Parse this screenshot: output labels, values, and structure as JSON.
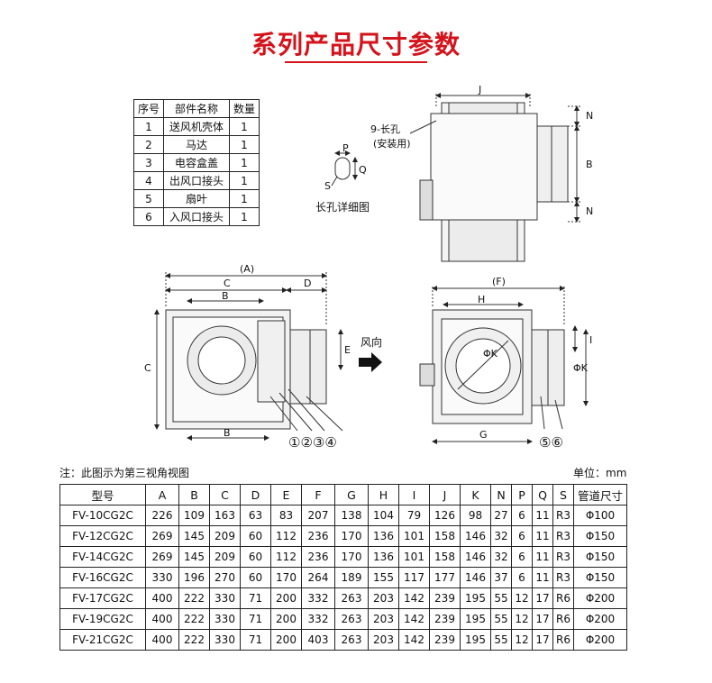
{
  "title": "系列产品尺寸参数",
  "parts_table": {
    "headers": [
      "序号",
      "部件名称",
      "数量"
    ],
    "rows": [
      [
        "1",
        "送风机壳体",
        "1"
      ],
      [
        "2",
        "马达",
        "1"
      ],
      [
        "3",
        "电容盒盖",
        "1"
      ],
      [
        "4",
        "出风口接头",
        "1"
      ],
      [
        "5",
        "扇叶",
        "1"
      ],
      [
        "6",
        "入风口接头",
        "1"
      ]
    ]
  },
  "labels": {
    "slot_hole": "9-长孔",
    "mount_use": "(安装用)",
    "slot_detail": "长孔详细图",
    "wind_dir": "风向",
    "dim_J": "J",
    "dim_N": "N",
    "dim_B": "B",
    "dim_P": "P",
    "dim_Q": "Q",
    "dim_S": "S",
    "dim_A": "(A)",
    "dim_C": "C",
    "dim_D": "D",
    "dim_E": "E",
    "dim_F": "(F)",
    "dim_H": "H",
    "dim_I": "I",
    "dim_G": "G",
    "dim_K": "ΦK",
    "callouts_left": "①②③④",
    "callouts_right": "⑤⑥"
  },
  "note": "注：此图示为第三视角视图",
  "unit": "单位：mm",
  "spec_table": {
    "headers": [
      "型号",
      "A",
      "B",
      "C",
      "D",
      "E",
      "F",
      "G",
      "H",
      "I",
      "J",
      "K",
      "N",
      "P",
      "Q",
      "S",
      "管道尺寸"
    ],
    "rows": [
      [
        "FV-10CG2C",
        "226",
        "109",
        "163",
        "63",
        "83",
        "207",
        "138",
        "104",
        "79",
        "126",
        "98",
        "27",
        "6",
        "11",
        "R3",
        "Φ100"
      ],
      [
        "FV-12CG2C",
        "269",
        "145",
        "209",
        "60",
        "112",
        "236",
        "170",
        "136",
        "101",
        "158",
        "146",
        "32",
        "6",
        "11",
        "R3",
        "Φ150"
      ],
      [
        "FV-14CG2C",
        "269",
        "145",
        "209",
        "60",
        "112",
        "236",
        "170",
        "136",
        "101",
        "158",
        "146",
        "32",
        "6",
        "11",
        "R3",
        "Φ150"
      ],
      [
        "FV-16CG2C",
        "330",
        "196",
        "270",
        "60",
        "170",
        "264",
        "189",
        "155",
        "117",
        "177",
        "146",
        "37",
        "6",
        "11",
        "R3",
        "Φ150"
      ],
      [
        "FV-17CG2C",
        "400",
        "222",
        "330",
        "71",
        "200",
        "332",
        "263",
        "203",
        "142",
        "239",
        "195",
        "55",
        "12",
        "17",
        "R6",
        "Φ200"
      ],
      [
        "FV-19CG2C",
        "400",
        "222",
        "330",
        "71",
        "200",
        "332",
        "263",
        "203",
        "142",
        "239",
        "195",
        "55",
        "12",
        "17",
        "R6",
        "Φ200"
      ],
      [
        "FV-21CG2C",
        "400",
        "222",
        "330",
        "71",
        "200",
        "403",
        "263",
        "203",
        "142",
        "239",
        "195",
        "55",
        "12",
        "17",
        "R6",
        "Φ200"
      ]
    ]
  }
}
